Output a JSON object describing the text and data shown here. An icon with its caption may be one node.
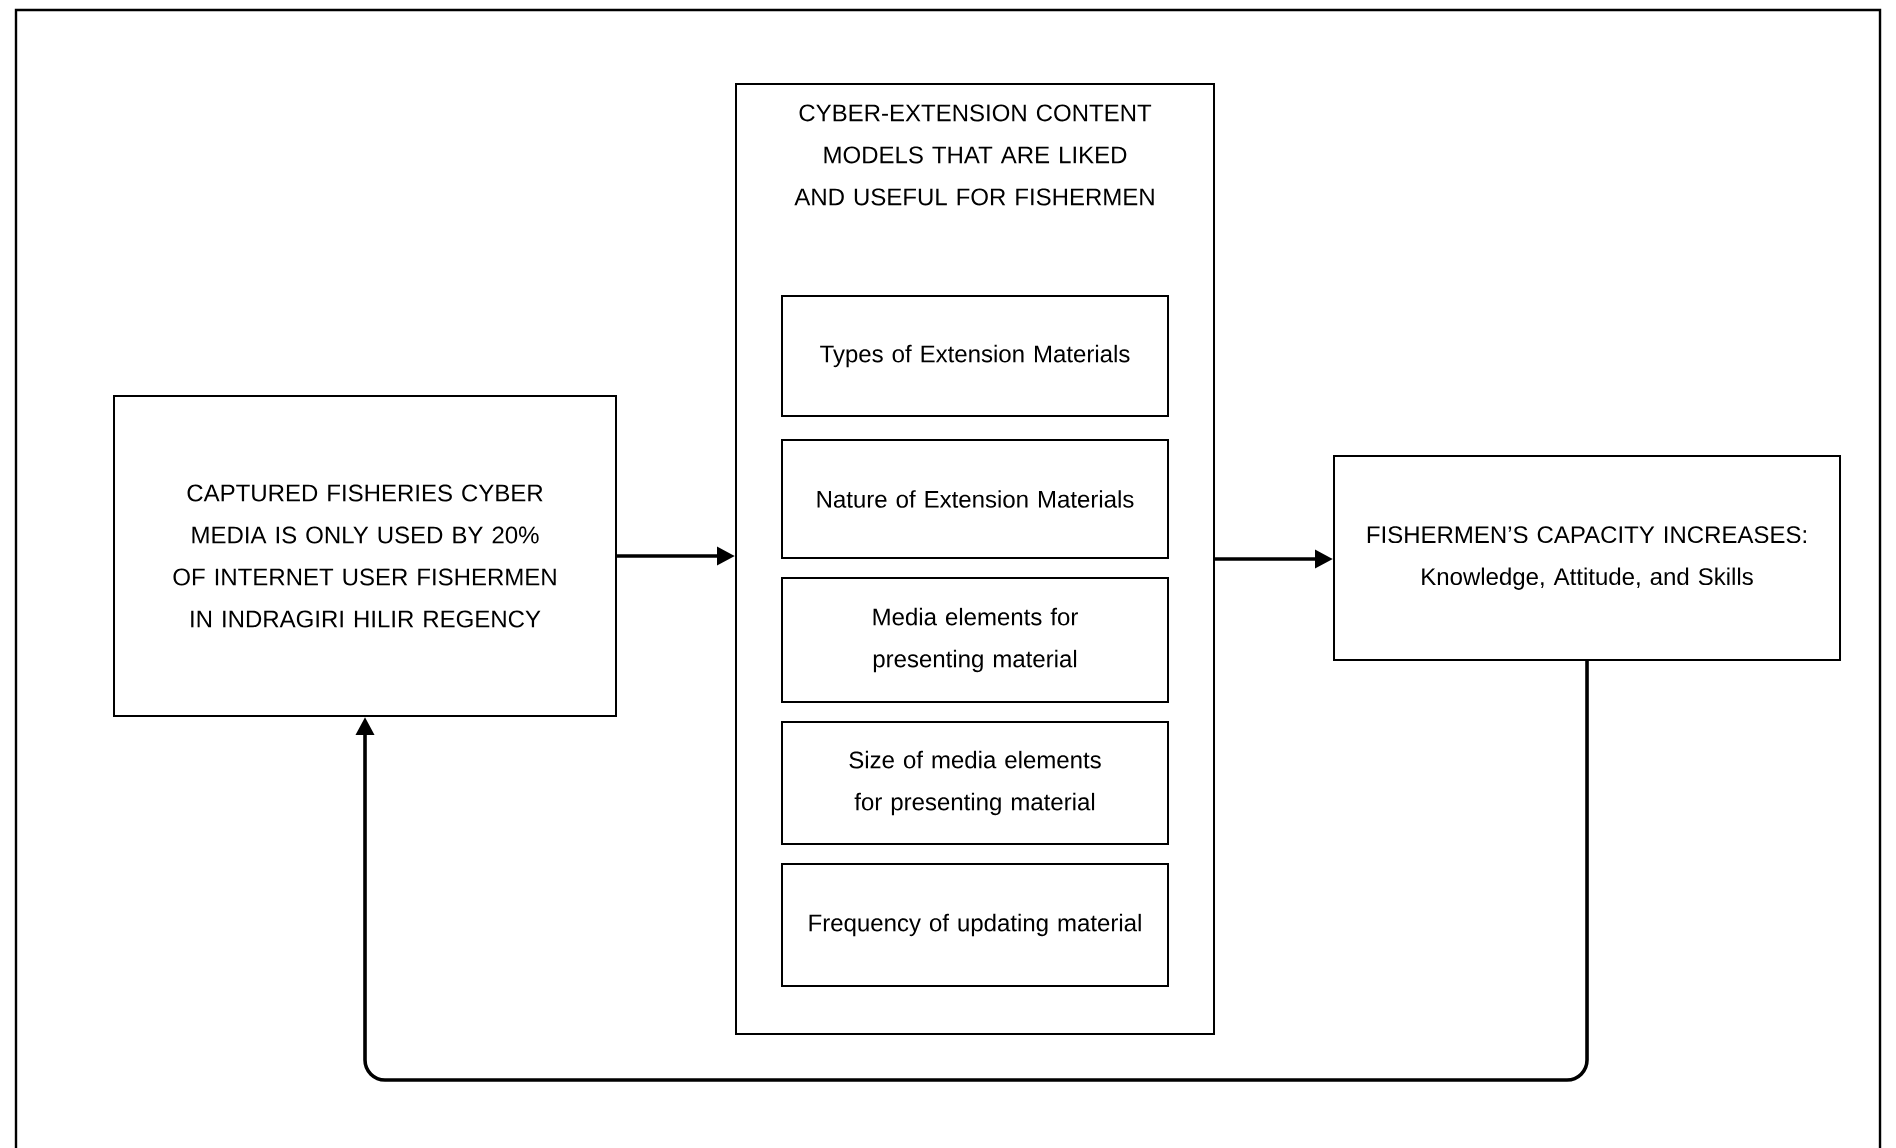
{
  "diagram": {
    "nodes": [
      {
        "text": [
          "CAPTURED FISHERIES CYBER MEDIA IS ONLY USED BY 20% OF INTERNET USER FISHERMEN IN INDRAGIRI HILIR REGENCY"
        ]
      },
      {
        "text": [
          "CYBER-EXTENSION CONTENT MODELS THAT ARE LIKED AND USEFUL FOR FISHERMEN"
        ]
      },
      {
        "text": [
          "Types of Extension Materials"
        ],
        "in": 1
      },
      {
        "text": [
          "Nature of Extension Materials"
        ],
        "in": 1
      },
      {
        "text": [
          "Media elements for presenting material"
        ],
        "in": 1
      },
      {
        "text": [
          "Size of media elements for presenting material"
        ],
        "in": 1
      },
      {
        "text": [
          "Frequency of updating material"
        ],
        "in": 1
      },
      {
        "text": [
          "FISHERMEN’S CAPACITY INCREASES:  Knowledge, Attitude, and Skills"
        ]
      }
    ],
    "edges": [
      {
        "from": 0,
        "to": 1,
        "arrow": "to"
      },
      {
        "from": 1,
        "to": 7,
        "arrow": "to"
      },
      {
        "from": 7,
        "to": 0,
        "arrow": "to"
      }
    ]
  }
}
